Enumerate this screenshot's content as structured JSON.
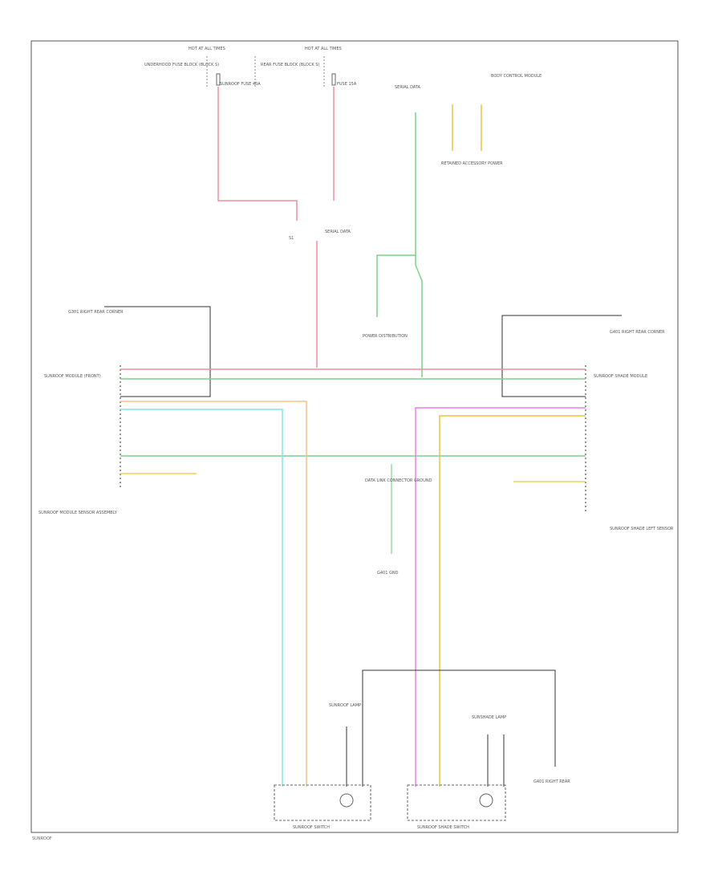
{
  "diagram": {
    "labels": {
      "fuse_left_title": "HOT AT ALL TIMES",
      "fuse_right_title": "HOT AT ALL TIMES",
      "fuse_left_desc": "UNDERHOOD FUSE BLOCK (BLOCK S)",
      "fuse_right_desc": "REAR FUSE BLOCK (BLOCK S)",
      "fuse_left_name": "SUNROOF FUSE 40A",
      "fuse_right_name": "FUSE 15A",
      "serial_data": "SERIAL DATA",
      "body_control": "BODY CONTROL MODULE",
      "retained_power": "RETAINED ACCESSORY POWER",
      "mid_left_splice": "S1",
      "mid_right_splice": "SERIAL DATA",
      "power_distribution": "POWER DISTRIBUTION",
      "ground_left": "G301 RIGHT REAR CORNER",
      "ground_right": "G401 RIGHT REAR CORNER",
      "ground_center": "G401 GND",
      "module_left": "SUNROOF MODULE (FRONT)",
      "module_right": "SUNROOF SHADE MODULE",
      "module_left_desc": "SUNROOF MODULE SENSOR ASSEMBLY",
      "module_right_desc": "SUNROOF SHADE LEFT SENSOR",
      "data_link": "DATA LINK CONNECTOR GROUND",
      "switch_left": "SUNROOF SWITCH",
      "switch_right": "SUNROOF SHADE SWITCH",
      "switch_lamp_left": "SUNROOF LAMP",
      "switch_lamp_right": "SUNSHADE LAMP",
      "ground_switch": "G401 RIGHT REAR",
      "footer_code": "SUNROOF"
    },
    "colors": {
      "red": "#ef8f9a",
      "green": "#7fd08a",
      "cyan": "#7fe5ee",
      "orange": "#f6c08a",
      "magenta": "#f07af0",
      "yellow": "#e8c640",
      "dark": "#333333"
    }
  }
}
